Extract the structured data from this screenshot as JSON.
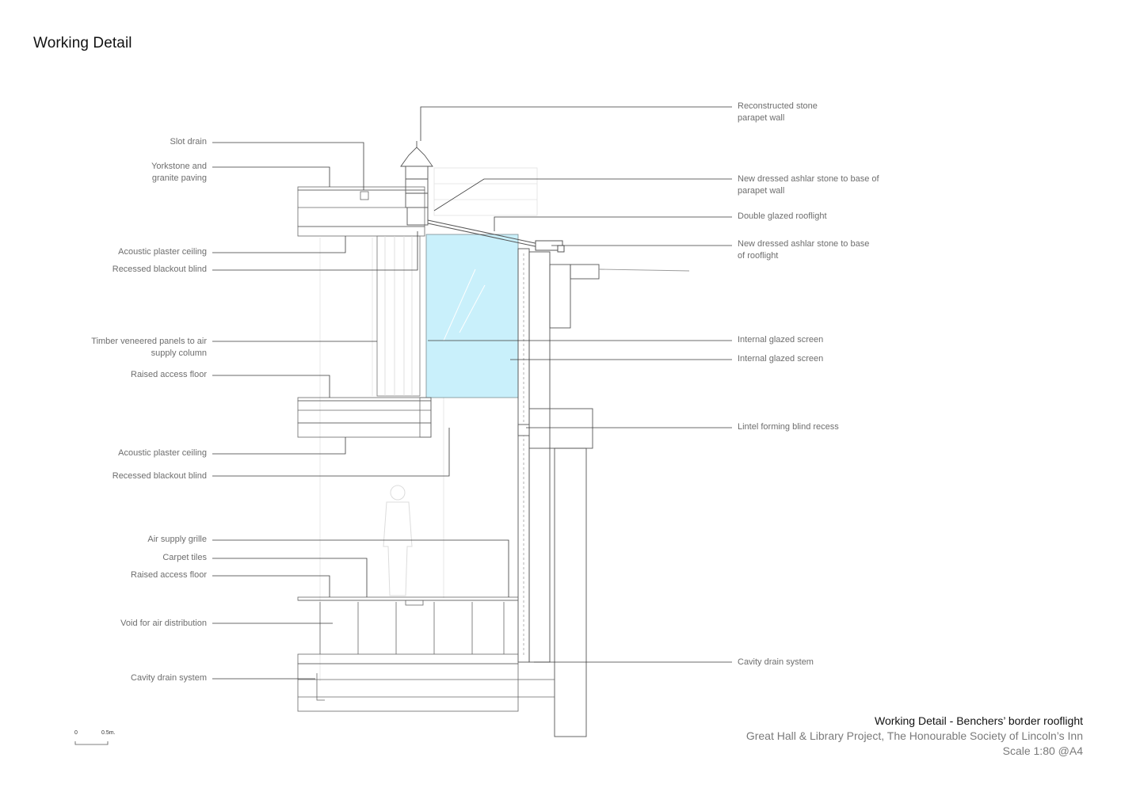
{
  "title": "Working Detail",
  "labels_left": [
    {
      "id": "slot-drain",
      "text": "Slot drain"
    },
    {
      "id": "yorkstone",
      "text": "Yorkstone and\ngranite paving"
    },
    {
      "id": "acoustic-ceiling-1",
      "text": "Acoustic plaster ceiling"
    },
    {
      "id": "blackout-blind-1",
      "text": "Recessed blackout blind"
    },
    {
      "id": "timber-panels",
      "text": "Timber veneered panels to air\nsupply column"
    },
    {
      "id": "raised-floor-1",
      "text": "Raised access floor"
    },
    {
      "id": "acoustic-ceiling-2",
      "text": "Acoustic plaster ceiling"
    },
    {
      "id": "blackout-blind-2",
      "text": "Recessed blackout blind"
    },
    {
      "id": "air-grille",
      "text": "Air supply grille"
    },
    {
      "id": "carpet-tiles",
      "text": "Carpet tiles"
    },
    {
      "id": "raised-floor-2",
      "text": "Raised access floor"
    },
    {
      "id": "void-air",
      "text": "Void for air distribution"
    },
    {
      "id": "cavity-drain-left",
      "text": "Cavity drain system"
    }
  ],
  "labels_right": [
    {
      "id": "parapet-wall",
      "text": "Reconstructed stone\nparapet wall"
    },
    {
      "id": "ashlar-parapet",
      "text": "New dressed ashlar stone to base of\nparapet wall"
    },
    {
      "id": "rooflight",
      "text": "Double glazed rooflight"
    },
    {
      "id": "ashlar-rooflight",
      "text": "New dressed ashlar stone to base\nof rooflight"
    },
    {
      "id": "glazed-screen-1",
      "text": "Internal glazed screen"
    },
    {
      "id": "glazed-screen-2",
      "text": "Internal glazed screen"
    },
    {
      "id": "lintel",
      "text": "Lintel forming blind recess"
    },
    {
      "id": "cavity-drain-right",
      "text": "Cavity drain system"
    }
  ],
  "title_block": {
    "line1": "Working Detail - Benchers’ border rooflight",
    "line2": "Great Hall & Library Project, The Honourable Society of Lincoln’s Inn",
    "line3": "Scale 1:80 @A4"
  },
  "scale_bar": {
    "start": "0",
    "end": "0.5m."
  },
  "colors": {
    "glazing": "#c9f0fb",
    "line": "#555555",
    "leader": "#3a3a3a",
    "label": "#6e6e6e"
  }
}
